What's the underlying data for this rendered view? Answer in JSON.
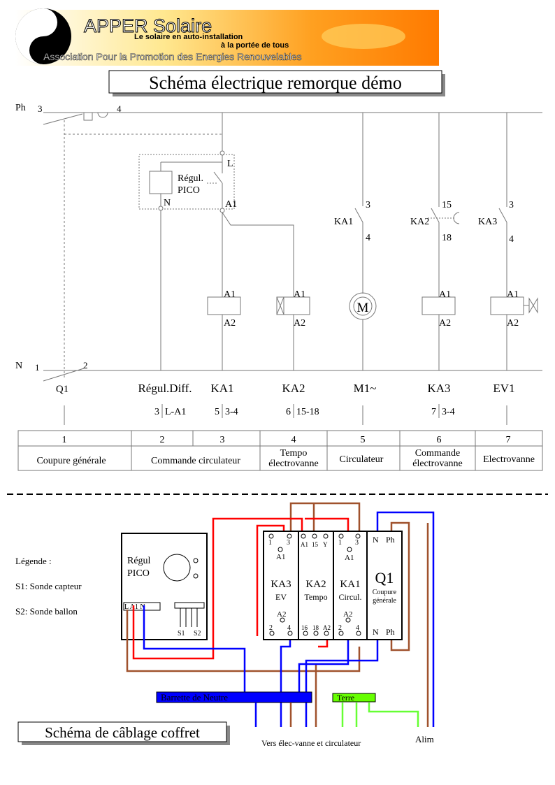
{
  "header": {
    "brand": "APPER Solaire",
    "tagline1": "Le solaire en auto-installation",
    "tagline2": "à la portée de tous",
    "association": "Association Pour la Promotion des Energies Renouvelables"
  },
  "title_top": "Schéma électrique remorque démo",
  "title_bottom": "Schéma de câblage coffret",
  "electrical": {
    "lines": {
      "phase": "Ph",
      "neutral": "N"
    },
    "terminals": {
      "q1_top_in": "3",
      "q1_top_out": "4",
      "q1_bot_in": "1",
      "q1_bot_out": "2",
      "pico_l": "L",
      "pico_n": "N",
      "pico_a1": "A1",
      "pico_label": "Régul.\nPICO",
      "ka1_contact": "KA1",
      "ka1_t3": "3",
      "ka1_t4": "4",
      "ka2_contact": "KA2",
      "ka2_t15": "15",
      "ka2_t18": "18",
      "ka3_contact": "KA3",
      "ka3_t3": "3",
      "ka3_t4": "4",
      "a1": "A1",
      "a2": "A2",
      "motor": "M"
    },
    "bottom_labels": [
      "Q1",
      "Régul.Diff.",
      "KA1",
      "KA2",
      "M1~",
      "KA3",
      "EV1"
    ],
    "refs": [
      {
        "num": "3",
        "text": "L-A1"
      },
      {
        "num": "5",
        "text": "3-4"
      },
      {
        "num": "6",
        "text": "15-18"
      },
      {
        "num": "7",
        "text": "3-4"
      }
    ]
  },
  "table": {
    "numbers": [
      "1",
      "2",
      "3",
      "4",
      "5",
      "6",
      "7"
    ],
    "descriptions": [
      "Coupure générale",
      "Commande circulateur",
      "Tempo\nélectrovanne",
      "Circulateur",
      "Commande\nélectrovanne",
      "Electrovanne"
    ]
  },
  "legend": {
    "title": "Légende :",
    "s1": "S1: Sonde capteur",
    "s2": "S2: Sonde ballon"
  },
  "wiring": {
    "pico_title": "Régul\nPICO",
    "pico_terms": "L A1 N",
    "s1": "S1",
    "s2": "S2",
    "ka3": {
      "name": "KA3",
      "sub": "EV"
    },
    "ka2": {
      "name": "KA2",
      "sub": "Tempo"
    },
    "ka1": {
      "name": "KA1",
      "sub": "Circul."
    },
    "q1": {
      "name": "Q1",
      "sub": "Coupure\ngénérale",
      "n": "N",
      "ph": "Ph"
    },
    "t1": "1",
    "t3": "3",
    "t2": "2",
    "t4": "4",
    "ta1": "A1",
    "t15": "15",
    "ty": "Y",
    "t16": "16",
    "t18": "18",
    "ta2": "A2",
    "neutral_bar": "Barrette de Neutre",
    "earth": "Terre",
    "to_valve": "Vers élec-vanne et circulateur",
    "supply": "Alim"
  },
  "colors": {
    "red": "#ff0000",
    "blue": "#0000ff",
    "brown": "#a0522d",
    "green": "#66ff33",
    "bar_blue": "#0000ff",
    "earth_green": "#66ff00"
  }
}
